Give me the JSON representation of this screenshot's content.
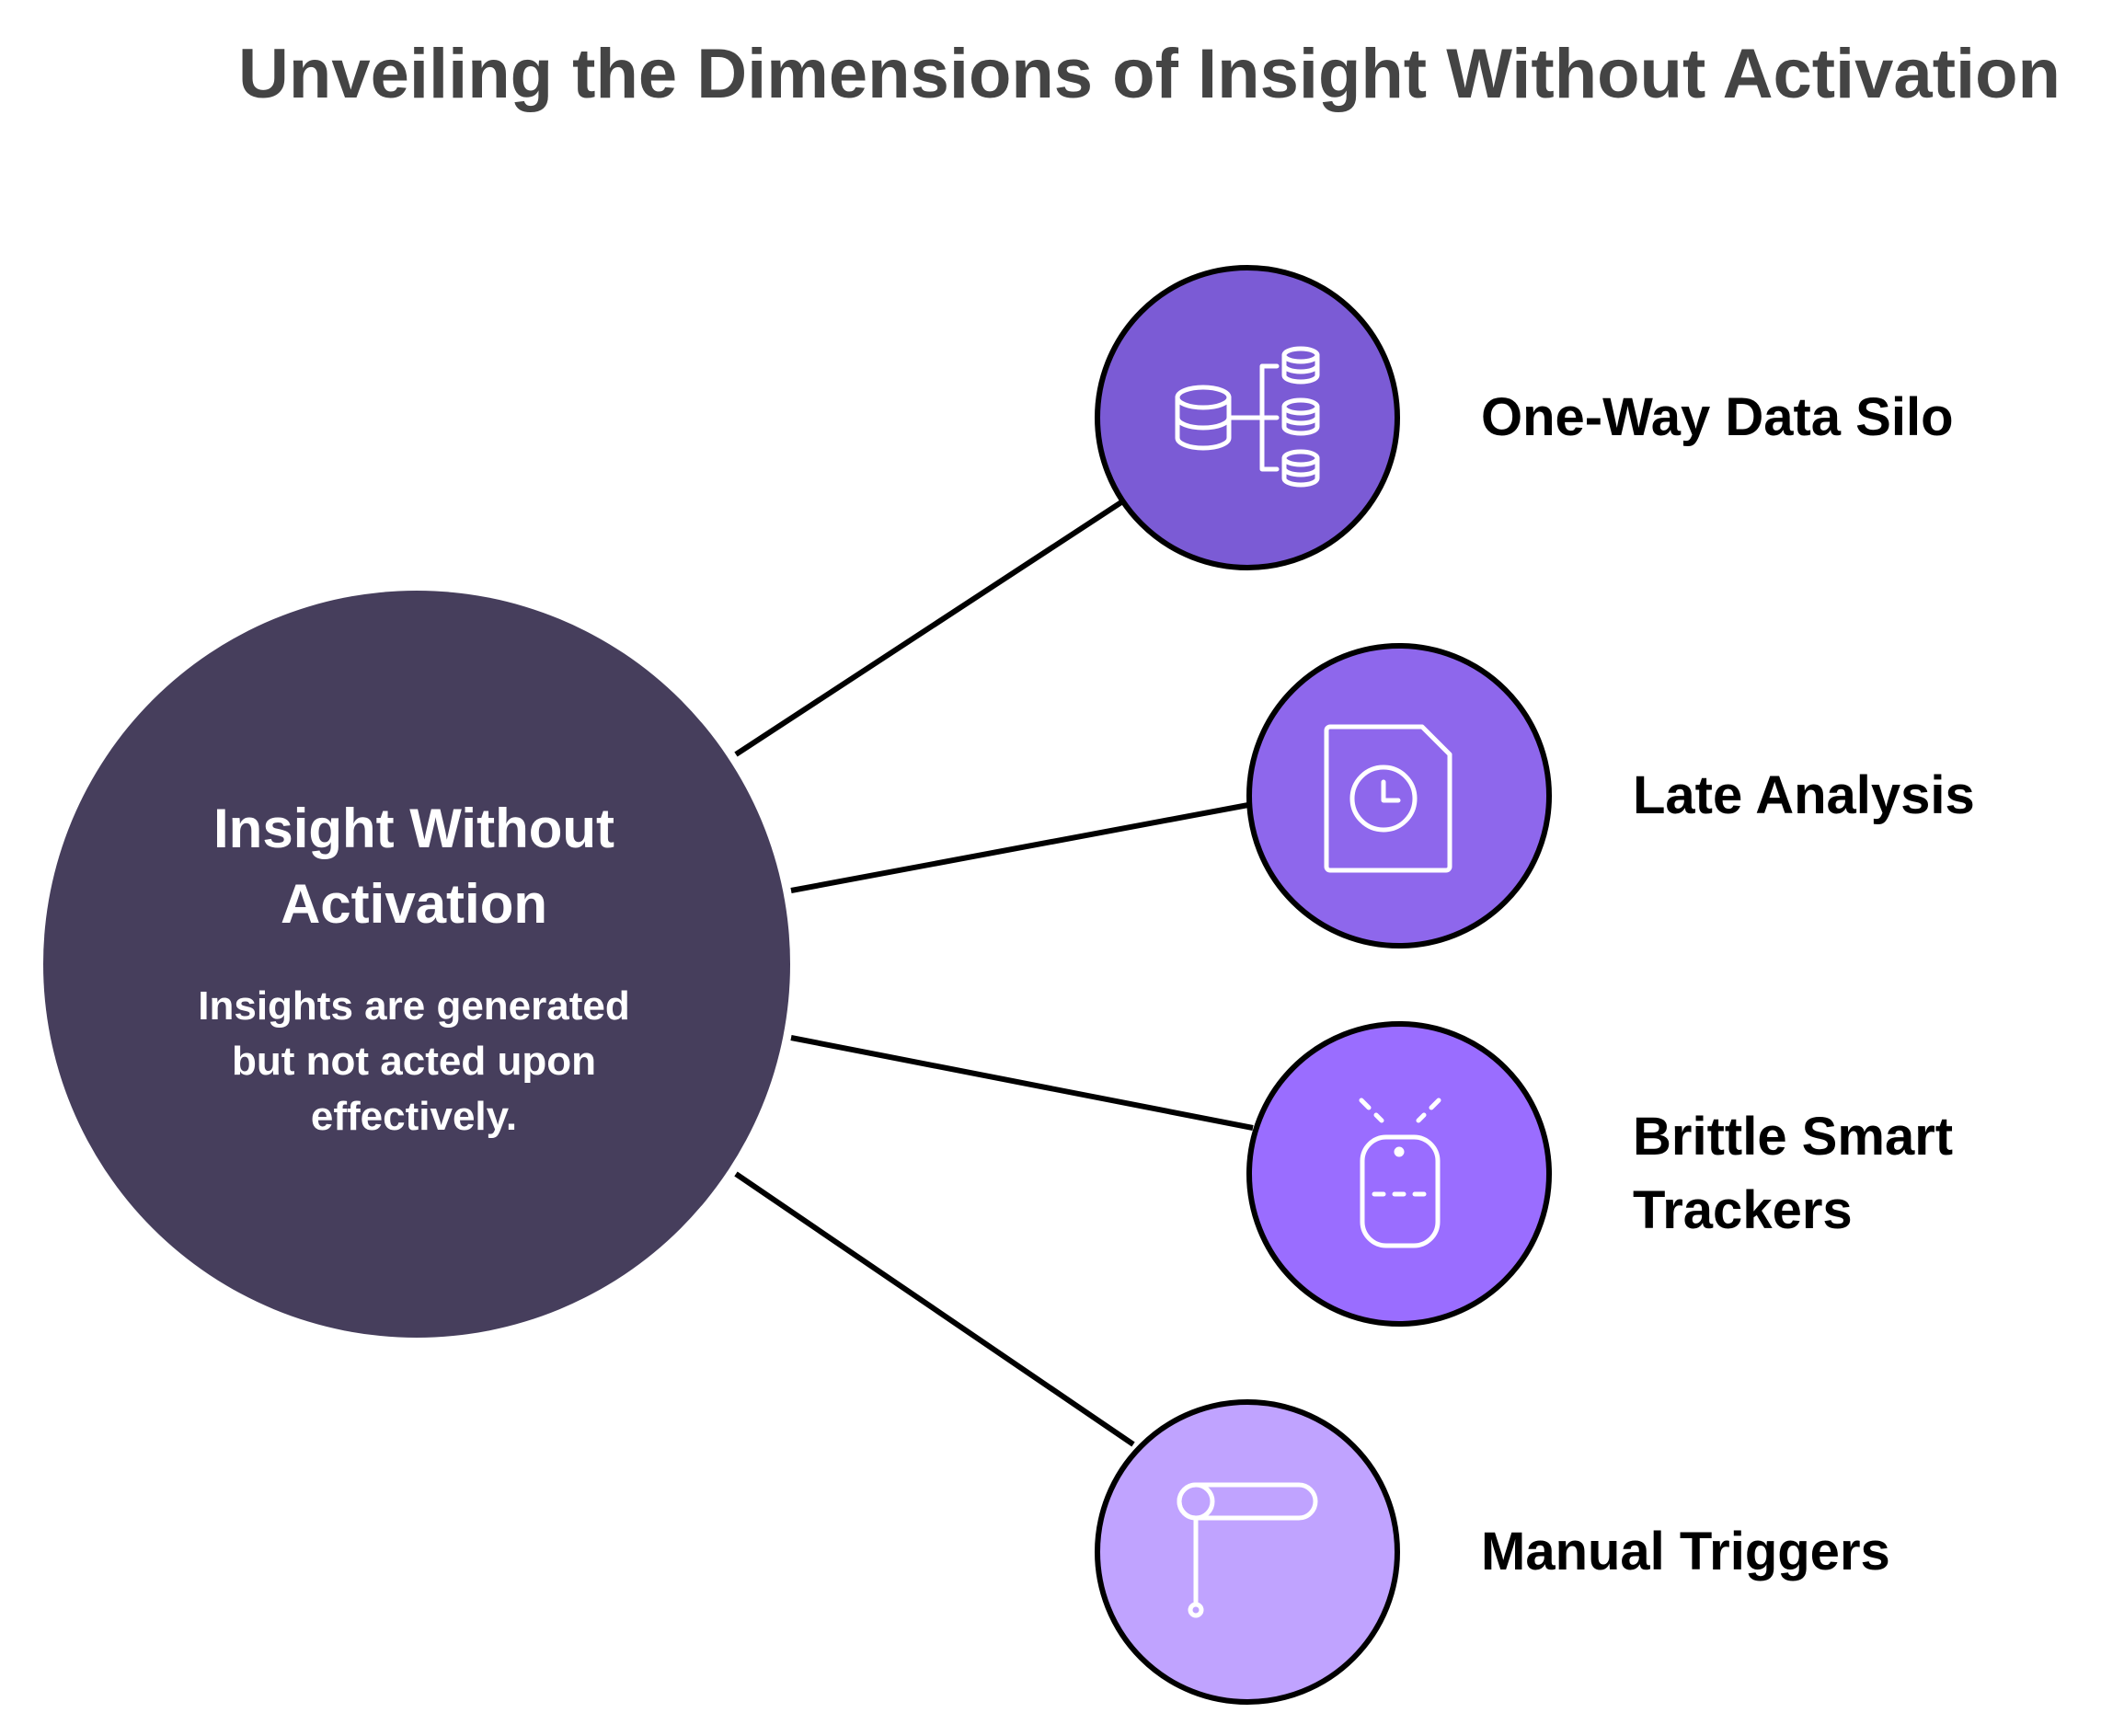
{
  "title": "Unveiling the Dimensions of Insight Without Activation",
  "center": {
    "title_line1": "Insight Without",
    "title_line2": "Activation",
    "desc_line1": "Insights are generated",
    "desc_line2": "but not acted upon",
    "desc_line3": "effectively."
  },
  "branches": [
    {
      "label_line1": "One-Way Data Silo",
      "icon": "database-network-icon",
      "color": "#7B5BD5"
    },
    {
      "label_line1": "Late Analysis",
      "icon": "document-clock-icon",
      "color": "#8E67EC"
    },
    {
      "label_line1": "Brittle Smart",
      "label_line2": "Trackers",
      "icon": "smart-tracker-icon",
      "color": "#9A6DFF"
    },
    {
      "label_line1": "Manual Triggers",
      "icon": "pull-lever-icon",
      "color": "#C0A3FF"
    }
  ],
  "colors": {
    "center_fill": "#463E5C",
    "outline": "#000000",
    "title_text": "#444444",
    "icon_stroke": "#ffffff"
  }
}
